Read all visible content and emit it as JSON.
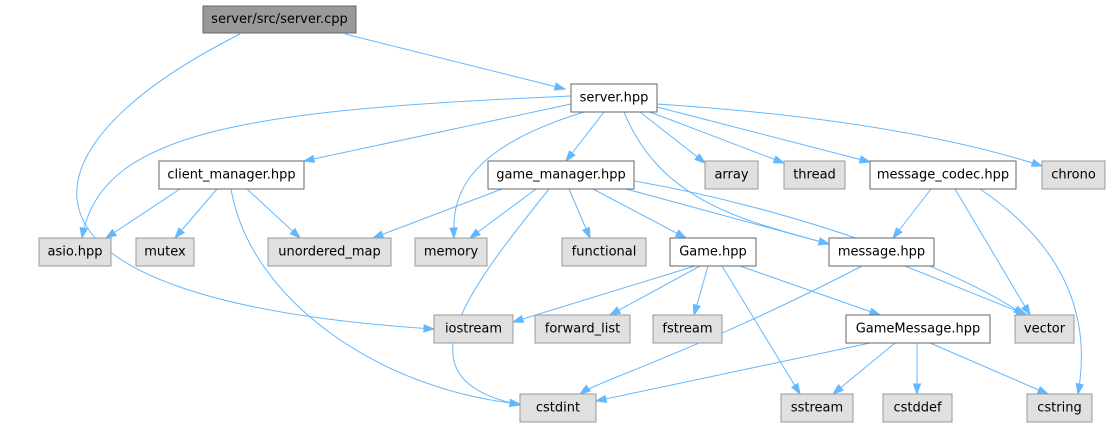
{
  "diagram": {
    "colors": {
      "edge": "#63b8ff",
      "root_fill": "#999999",
      "file_fill": "#ffffff",
      "system_fill": "#e0e0e0",
      "border": "#666666"
    },
    "nodes": [
      {
        "id": "server_cpp",
        "label": "server/src/server.cpp",
        "kind": "root"
      },
      {
        "id": "server_hpp",
        "label": "server.hpp",
        "kind": "file"
      },
      {
        "id": "client_manager_hpp",
        "label": "client_manager.hpp",
        "kind": "file"
      },
      {
        "id": "game_manager_hpp",
        "label": "game_manager.hpp",
        "kind": "file"
      },
      {
        "id": "array",
        "label": "array",
        "kind": "system"
      },
      {
        "id": "thread",
        "label": "thread",
        "kind": "system"
      },
      {
        "id": "message_codec_hpp",
        "label": "message_codec.hpp",
        "kind": "file"
      },
      {
        "id": "chrono",
        "label": "chrono",
        "kind": "system"
      },
      {
        "id": "asio_hpp",
        "label": "asio.hpp",
        "kind": "system"
      },
      {
        "id": "mutex",
        "label": "mutex",
        "kind": "system"
      },
      {
        "id": "unordered_map",
        "label": "unordered_map",
        "kind": "system"
      },
      {
        "id": "memory",
        "label": "memory",
        "kind": "system"
      },
      {
        "id": "functional",
        "label": "functional",
        "kind": "system"
      },
      {
        "id": "game_hpp",
        "label": "Game.hpp",
        "kind": "file"
      },
      {
        "id": "message_hpp",
        "label": "message.hpp",
        "kind": "file"
      },
      {
        "id": "iostream",
        "label": "iostream",
        "kind": "system"
      },
      {
        "id": "forward_list",
        "label": "forward_list",
        "kind": "system"
      },
      {
        "id": "fstream",
        "label": "fstream",
        "kind": "system"
      },
      {
        "id": "gamemessage_hpp",
        "label": "GameMessage.hpp",
        "kind": "file"
      },
      {
        "id": "vector",
        "label": "vector",
        "kind": "system"
      },
      {
        "id": "cstdint",
        "label": "cstdint",
        "kind": "system"
      },
      {
        "id": "sstream",
        "label": "sstream",
        "kind": "system"
      },
      {
        "id": "cstddef",
        "label": "cstddef",
        "kind": "system"
      },
      {
        "id": "cstring",
        "label": "cstring",
        "kind": "system"
      }
    ],
    "edges": [
      {
        "from": "server_cpp",
        "to": "server_hpp"
      },
      {
        "from": "server_cpp",
        "to": "iostream"
      },
      {
        "from": "server_hpp",
        "to": "client_manager_hpp"
      },
      {
        "from": "server_hpp",
        "to": "game_manager_hpp"
      },
      {
        "from": "server_hpp",
        "to": "array"
      },
      {
        "from": "server_hpp",
        "to": "thread"
      },
      {
        "from": "server_hpp",
        "to": "message_codec_hpp"
      },
      {
        "from": "server_hpp",
        "to": "chrono"
      },
      {
        "from": "server_hpp",
        "to": "asio_hpp"
      },
      {
        "from": "server_hpp",
        "to": "memory"
      },
      {
        "from": "server_hpp",
        "to": "message_hpp"
      },
      {
        "from": "client_manager_hpp",
        "to": "asio_hpp"
      },
      {
        "from": "client_manager_hpp",
        "to": "mutex"
      },
      {
        "from": "client_manager_hpp",
        "to": "unordered_map"
      },
      {
        "from": "client_manager_hpp",
        "to": "cstdint"
      },
      {
        "from": "game_manager_hpp",
        "to": "unordered_map"
      },
      {
        "from": "game_manager_hpp",
        "to": "memory"
      },
      {
        "from": "game_manager_hpp",
        "to": "functional"
      },
      {
        "from": "game_manager_hpp",
        "to": "game_hpp"
      },
      {
        "from": "game_manager_hpp",
        "to": "message_hpp"
      },
      {
        "from": "game_manager_hpp",
        "to": "cstdint"
      },
      {
        "from": "game_manager_hpp",
        "to": "vector"
      },
      {
        "from": "message_codec_hpp",
        "to": "message_hpp"
      },
      {
        "from": "message_codec_hpp",
        "to": "vector"
      },
      {
        "from": "message_codec_hpp",
        "to": "cstring"
      },
      {
        "from": "game_hpp",
        "to": "iostream"
      },
      {
        "from": "game_hpp",
        "to": "forward_list"
      },
      {
        "from": "game_hpp",
        "to": "fstream"
      },
      {
        "from": "game_hpp",
        "to": "gamemessage_hpp"
      },
      {
        "from": "game_hpp",
        "to": "sstream"
      },
      {
        "from": "message_hpp",
        "to": "vector"
      },
      {
        "from": "message_hpp",
        "to": "cstdint"
      },
      {
        "from": "gamemessage_hpp",
        "to": "cstdint"
      },
      {
        "from": "gamemessage_hpp",
        "to": "sstream"
      },
      {
        "from": "gamemessage_hpp",
        "to": "cstddef"
      },
      {
        "from": "gamemessage_hpp",
        "to": "cstring"
      }
    ]
  }
}
